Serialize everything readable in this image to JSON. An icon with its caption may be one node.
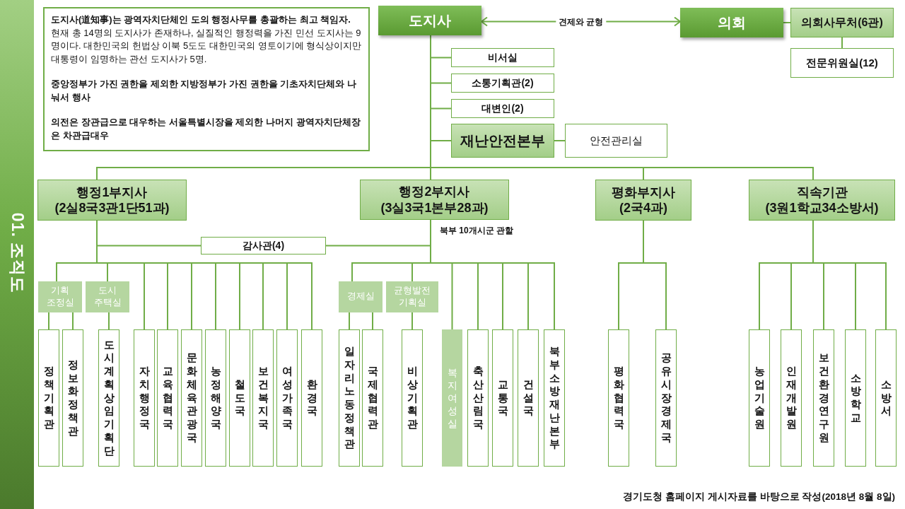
{
  "diagram": {
    "title": "01. 조직도",
    "caption": "경기도청 홈페이지 게시자료를 바탕으로 작성(2018년 8월 8일)",
    "nodes": [
      {
        "text": [
          "**도지사(道知事)는 광역자치단체인 도의 행정사무를 총괄하는 최고 책임자.** 현재 총 14명의 도지사가 존재하나, 실질적인 행정력을 가진 민선 도지사는 9명이다. 대한민국의 헌법상 이북 5도도 대한민국의 영토이기에 형식상이지만 대통령이 임명하는 관선 도지사가 5명.",
          "중앙정부가 가진 권한을 제외한 지방정부가 가진 권한을 기초자치단체와 나눠서 행사",
          "의전은 장관급으로 대우하는 서울특별시장을 제외한 나머지 광역자치단체장은 차관급대우"
        ]
      },
      {
        "text": [
          "도지사"
        ]
      },
      {
        "text": [
          "의회"
        ]
      },
      {
        "text": [
          "의회사무처(6관)"
        ]
      },
      {
        "text": [
          "전문위원실(12)"
        ]
      },
      {
        "text": [
          "비서실"
        ]
      },
      {
        "text": [
          "소통기획관(2)"
        ]
      },
      {
        "text": [
          "대변인(2)"
        ]
      },
      {
        "text": [
          "재난안전본부"
        ]
      },
      {
        "text": [
          "안전관리실"
        ]
      },
      {
        "text": [
          "행정1부지사",
          "(2실8국3관1단51과)"
        ]
      },
      {
        "text": [
          "행정2부지사",
          "(3실3국1본부28과)"
        ],
        "beside": [
          "북부 10개시군 관할"
        ]
      },
      {
        "text": [
          "평화부지사",
          "(2국4과)"
        ]
      },
      {
        "text": [
          "직속기관",
          "(3원1학교34소방서)"
        ]
      },
      {
        "text": [
          "감사관(4)"
        ]
      },
      {
        "text": [
          "기획 조정실"
        ]
      },
      {
        "text": [
          "도시 주택실"
        ]
      },
      {
        "text": [
          "정책기획관"
        ]
      },
      {
        "text": [
          "정보화정책관"
        ]
      },
      {
        "text": [
          "도시계획상임기획단"
        ]
      },
      {
        "text": [
          "자치행정국"
        ]
      },
      {
        "text": [
          "교육협력국"
        ]
      },
      {
        "text": [
          "문화체육관광국"
        ]
      },
      {
        "text": [
          "농정해양국"
        ]
      },
      {
        "text": [
          "철도국"
        ]
      },
      {
        "text": [
          "보건복지국"
        ]
      },
      {
        "text": [
          "여성가족국"
        ]
      },
      {
        "text": [
          "환경국"
        ]
      },
      {
        "text": [
          "경제실"
        ]
      },
      {
        "text": [
          "균형발전 기획실"
        ]
      },
      {
        "text": [
          "일자리노동정책관"
        ]
      },
      {
        "text": [
          "국제협력관"
        ]
      },
      {
        "text": [
          "비상기획관"
        ]
      },
      {
        "text": [
          "복지여성실"
        ]
      },
      {
        "text": [
          "축산산림국"
        ]
      },
      {
        "text": [
          "교통국"
        ]
      },
      {
        "text": [
          "건설국"
        ]
      },
      {
        "text": [
          "북부소방재난본부"
        ]
      },
      {
        "text": [
          "평화협력국"
        ]
      },
      {
        "text": [
          "공유시장경제국"
        ]
      },
      {
        "text": [
          "농업기술원"
        ]
      },
      {
        "text": [
          "인재개발원"
        ]
      },
      {
        "text": [
          "보건환경연구원"
        ]
      },
      {
        "text": [
          "소방학교"
        ]
      },
      {
        "text": [
          "소방서"
        ]
      }
    ],
    "edges": [
      {
        "from": 1,
        "to": 2,
        "arrow": "both",
        "label": "견제와 균형"
      },
      {
        "from": 2,
        "to": 3,
        "arrow": "none"
      },
      {
        "from": 3,
        "to": 4,
        "arrow": "none"
      },
      {
        "from": 1,
        "to": 5,
        "arrow": "none"
      },
      {
        "from": 1,
        "to": 6,
        "arrow": "none"
      },
      {
        "from": 1,
        "to": 7,
        "arrow": "none"
      },
      {
        "from": 1,
        "to": 8,
        "arrow": "none"
      },
      {
        "from": 8,
        "to": 9,
        "arrow": "none"
      },
      {
        "from": 1,
        "to": 10,
        "arrow": "none"
      },
      {
        "from": 1,
        "to": 11,
        "arrow": "none"
      },
      {
        "from": 1,
        "to": 12,
        "arrow": "none"
      },
      {
        "from": 1,
        "to": 13,
        "arrow": "none"
      },
      {
        "from": 10,
        "to": 14,
        "arrow": "none"
      },
      {
        "from": 11,
        "to": 14,
        "arrow": "none"
      },
      {
        "from": 10,
        "to": 15,
        "arrow": "none"
      },
      {
        "from": 10,
        "to": 16,
        "arrow": "none"
      },
      {
        "from": 15,
        "to": 17,
        "arrow": "none"
      },
      {
        "from": 15,
        "to": 18,
        "arrow": "none"
      },
      {
        "from": 16,
        "to": 19,
        "arrow": "none"
      },
      {
        "from": 10,
        "to": 20,
        "arrow": "none"
      },
      {
        "from": 10,
        "to": 21,
        "arrow": "none"
      },
      {
        "from": 10,
        "to": 22,
        "arrow": "none"
      },
      {
        "from": 10,
        "to": 23,
        "arrow": "none"
      },
      {
        "from": 10,
        "to": 24,
        "arrow": "none"
      },
      {
        "from": 10,
        "to": 25,
        "arrow": "none"
      },
      {
        "from": 10,
        "to": 26,
        "arrow": "none"
      },
      {
        "from": 10,
        "to": 27,
        "arrow": "none"
      },
      {
        "from": 11,
        "to": 28,
        "arrow": "none"
      },
      {
        "from": 11,
        "to": 29,
        "arrow": "none"
      },
      {
        "from": 28,
        "to": 30,
        "arrow": "none"
      },
      {
        "from": 28,
        "to": 31,
        "arrow": "none"
      },
      {
        "from": 29,
        "to": 32,
        "arrow": "none"
      },
      {
        "from": 11,
        "to": 33,
        "arrow": "none"
      },
      {
        "from": 11,
        "to": 34,
        "arrow": "none"
      },
      {
        "from": 11,
        "to": 35,
        "arrow": "none"
      },
      {
        "from": 11,
        "to": 36,
        "arrow": "none"
      },
      {
        "from": 11,
        "to": 37,
        "arrow": "none"
      },
      {
        "from": 12,
        "to": 38,
        "arrow": "none"
      },
      {
        "from": 12,
        "to": 39,
        "arrow": "none"
      },
      {
        "from": 13,
        "to": 40,
        "arrow": "none"
      },
      {
        "from": 13,
        "to": 41,
        "arrow": "none"
      },
      {
        "from": 13,
        "to": 42,
        "arrow": "none"
      },
      {
        "from": 13,
        "to": 43,
        "arrow": "none"
      },
      {
        "from": 13,
        "to": 44,
        "arrow": "none"
      }
    ]
  }
}
